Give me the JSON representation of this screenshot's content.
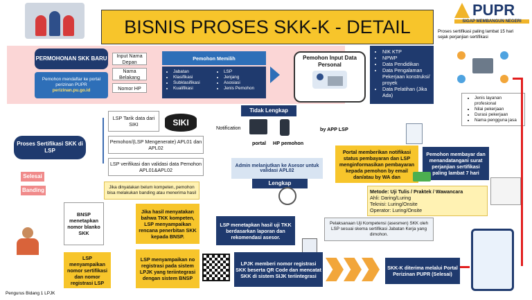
{
  "title": "BISNIS PROSES SKK-K - DETAIL",
  "logo": {
    "name": "PUPR",
    "tagline": "SIGAP MEMBANGUN NEGERI"
  },
  "note_top_right": "Proses sertifikasi paling lambat 15 hari sejak perjanjian sertifikasi",
  "permohonan": {
    "header": "PERMOHONAN SKK BARU",
    "body": "Pemohon mendaftar ke portal perizinan PUPR",
    "url": "perizinan.pu.go.id"
  },
  "inputs": {
    "nama_depan": "Input Nama Depan",
    "nama_belakang": "Nama Belakang",
    "nomor_hp": "Nomor HP"
  },
  "pemohon_memilih": {
    "header": "Pemohon Memilih",
    "col1": [
      "Jabatan",
      "Klasifikasi",
      "Subklasifikasi",
      "Kualifikasi"
    ],
    "col2": [
      "LSP",
      "Jenjang",
      "Asosiasi",
      "Jenis Pemohon"
    ]
  },
  "input_data": {
    "label": "Pemohon Input Data Personal"
  },
  "data_list": [
    "NIK KTP",
    "NPWP",
    "Data Pendidikan",
    "Data Pengalaman Pekerjaan konstruksi/ proyek",
    "Data Pelatihan (Jika Ada)"
  ],
  "asesor_list": [
    "Jenis layanan profesional",
    "Nilai pekerjaan",
    "Durasi pekerjaan",
    "Nama pengguna jasa"
  ],
  "proses": {
    "label": "Proses Sertifikasi SKK di LSP"
  },
  "lsp_tarik": "LSP Tarik data dari SIKI",
  "siki": "SIKI",
  "apl": "Pemohon/(LSP Mengenerate) APL01 dan APL02",
  "lsp_verifikasi": "LSP verifikasi dan validasi data Pemohon APL01&APL02",
  "tidak_lengkap": "Tidak Lengkap",
  "notification": "Notification",
  "portal": "portal",
  "hp_pemohon": "HP pemohon",
  "app_lsp": "by APP LSP",
  "admin": "Admin melanjutkan ke Asesor untuk validasi APL02",
  "lengkap": "Lengkap",
  "notifikasi_portal": "Portal memberikan notifikasi status pembayaran dan LSP menginformasikan pembayaran kepada pemohon by email dan/atau by WA dan",
  "pemohon_membayar": "Pemohon membayar dan menandatangani surat perjanjian sertifikasi paling lambat 7 hari",
  "metode": {
    "title": "Metode: Uji Tulis / Praktek / Wawancara",
    "ahli": "Ahli: Daring/Luring",
    "teknisi": "Teknisi: Luring/Onsite",
    "operator": "Operator: Luring/Onsite"
  },
  "pelaksanaan": "Pelaksanaan Uji Kompetensi (asesmen) SKK oleh LSP sesuai skema sertifikasi Jabatan Kerja yang dimohon.",
  "selesai": "Selesai",
  "banding": "Banding",
  "jika_belum": "Jika dinyatakan belum kompeten, pemohon bisa melakukan banding atau menerima hasil",
  "bnsp": "BNSP menetapkan nomor blanko SKK",
  "jika_kompeten": "Jika hasil menyatakan bahwa TKK kompeten, LSP menyampaikan rencana penerbitan SKK kepada BNSP.",
  "lsp_tetapkan": "LSP menetapkan hasil uji TKK berdasarkan laporan dan rekomendasi asesor.",
  "lsp_menyampaikan_nomor": "LSP menyampaikan nomor sertifikasi dan nomor registrasi LSP",
  "lsp_nomor_registrasi": "LSP menyampaikan no registrasi pada sistem LPJK yang teriintegrasi dengan sistem BNSP",
  "lpjk": "LPJK memberi nomor registrasi SKK beserta QR Code dan mencatat SKK di sistem SIJK teriintegrasi",
  "skk_diterima": "SKK-K diterima melalui Portal Perizinan PUPR (Selesai)",
  "footer": "Pengurus Bidang 1 LPJK"
}
